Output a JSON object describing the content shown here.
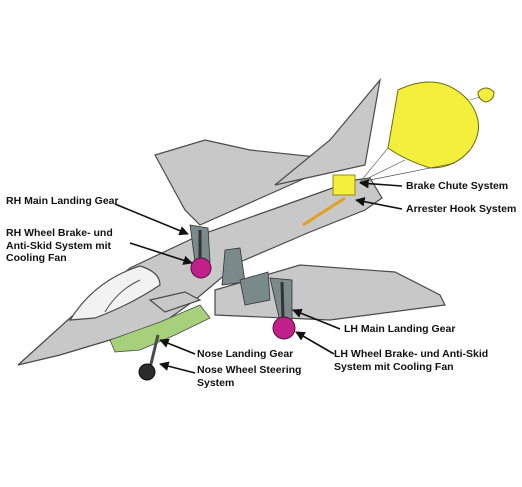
{
  "labels": {
    "rh_main_gear": "RH Main Landing Gear",
    "rh_brake_line1": "RH Wheel Brake- und",
    "rh_brake_line2": "Anti-Skid System mit",
    "rh_brake_line3": "Cooling Fan",
    "brake_chute": "Brake Chute System",
    "arrester_hook": "Arrester Hook System",
    "lh_main_gear": "LH  Main Landing Gear",
    "lh_brake_line1": "LH Wheel Brake- und Anti-Skid",
    "lh_brake_line2": "System mit Cooling Fan",
    "nose_gear": "Nose Landing Gear",
    "nose_steering_line1": "Nose Wheel Steering",
    "nose_steering_line2": "System"
  },
  "colors": {
    "airframe": "#c8c8c8",
    "outline": "#4a4a4a",
    "parachute": "#f4ef3c",
    "hook": "#e0a020",
    "nose_gear": "#a6d07a",
    "wheel": "#c0208a",
    "gear_strut": "#7a8a8a"
  }
}
